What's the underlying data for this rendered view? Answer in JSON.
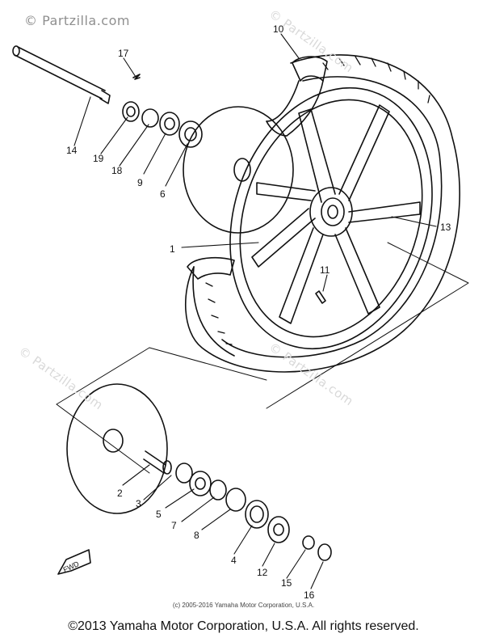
{
  "watermarks": {
    "top_left": "© Partzilla.com",
    "faint": "© Partzilla.com"
  },
  "part_numbers": [
    "1",
    "2",
    "3",
    "4",
    "5",
    "6",
    "7",
    "8",
    "9",
    "10",
    "11",
    "12",
    "13",
    "14",
    "15",
    "16",
    "17",
    "18",
    "19"
  ],
  "fwd_mark": "FWD",
  "copyright_small": "(c) 2005-2016 Yamaha Motor Corporation, U.S.A.",
  "copyright_main": "©2013 Yamaha Motor Corporation, U.S.A. All rights reserved."
}
